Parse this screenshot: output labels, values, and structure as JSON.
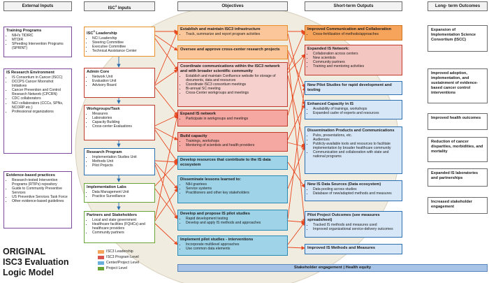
{
  "headers": {
    "external": "External Inputs",
    "isc3_inputs_pre": "ISC",
    "isc3_inputs_sup": "3",
    "isc3_inputs_post": " Inputs",
    "objectives": "Objectives",
    "short_term": "Short-term Outputs",
    "long_term": "Long- term Outcomes"
  },
  "external": {
    "training": {
      "title": "Training Programs",
      "items": [
        "NIH's TIDIRC",
        "MTDIR",
        "SPeeding Intervention Programs (SPRINT)"
      ]
    },
    "research_env": {
      "title": "IS Research Environment",
      "items": [
        "IS Consortium in Cancer (ISCC)",
        "DCCPS Cancer Moonshot Initiatives",
        "Cancer Prevention and Control Research Network (CPCRN)",
        "CDC collaborators",
        "NCI collaborators (CCCs, SPNs, NCORP etc.)",
        "Professional organizations"
      ]
    },
    "evidence": {
      "title": "Evidence-based practices",
      "items": [
        "Research-tested Intervention Programs (RTIPs) repository",
        "Guide to Community Preventive Services",
        "US Preventive Services Task Force",
        "Other evidence-based guidelines"
      ]
    }
  },
  "inputs": [
    {
      "title_pre": "ISC",
      "title_sup": "3",
      "title_post": " Leadership",
      "items": [
        "NCI Leadership",
        "Steering Committee",
        "Executive Committee",
        "Technical Assistance Center"
      ]
    },
    {
      "title": "Admin Core",
      "items": [
        "Network Unit",
        "Evaluation Unit",
        "Advisory Board"
      ]
    },
    {
      "title": "Workgroups/Task",
      "items": [
        "Measures",
        "Laboratories",
        "Capacity Building",
        "Cross-center Evaluations"
      ]
    },
    {
      "title": "Research Program",
      "items": [
        "Implementation Studies Unit",
        "Methods Unit",
        "Pilot Projects"
      ]
    },
    {
      "title": "Implementation Labs",
      "items": [
        "Data Management Unit",
        "Practice Surveillance"
      ]
    },
    {
      "title": "Partners and Stakeholders",
      "items": [
        "Local and state government",
        "Healthcare facilities (FQHCs) and healthcare providers",
        "Community partners"
      ]
    }
  ],
  "objectives": [
    {
      "title": "Establish and maintain ISC3 infrastructure",
      "items": [
        "Track, summarize and report program  activities"
      ]
    },
    {
      "title": "Oversee and approve cross-center research projects",
      "items": []
    },
    {
      "title": "Coordinate communications within the ISC3 network and with broader scientific community",
      "items": [
        "Establish and maintain Confluence website for storage of documents, data and resources",
        "Coordinate ISC3 consortium meetings",
        "Bi-annual SC meeting",
        "Cross-Center workgroups and meetings"
      ]
    },
    {
      "title": "Expand IS network",
      "items": [
        "Participate in workgroups and meetings"
      ]
    },
    {
      "title": "Build capacity",
      "items": [
        "Trainings, workshops",
        "Mentoring of scientists and health providers"
      ]
    },
    {
      "title": "Develop resources that contribute to the IS data ecosystem",
      "items": []
    },
    {
      "title": "Disseminate lessons learned to:",
      "items": [
        "NIH grantees",
        "Service systems",
        "Practitioners and other key stakeholders"
      ]
    },
    {
      "title": "Develop and propose IS pilot studies",
      "items": [
        "Rapid development testing",
        "Develop and apply IS methods and approaches"
      ]
    },
    {
      "title": "Implement pilot studies - interventions",
      "items": [
        "Incorporate multilevel approaches",
        "Use common data elements"
      ]
    }
  ],
  "outputs": [
    {
      "title": "Improved Communication and Collaboration",
      "items": [
        "Cross-fertilization of methods/approaches"
      ]
    },
    {
      "title": "Expanded IS Network:",
      "items": [
        "Collaboration across centers",
        "New scientists",
        "Community partners",
        "Training and mentoring activities"
      ]
    },
    {
      "title": "New Pilot Studies for rapid development and testing",
      "items": []
    },
    {
      "title": "Enhanced Capacity in IS",
      "items": [
        "Availability of trainings, workshops",
        "Expanded cadre of experts and resources"
      ]
    },
    {
      "title": "Dissemination Products and Communications",
      "items": [
        "Pubs, presentations, etc.",
        "Audiences",
        "Publicly-available tools and resources to facilitate implementation by broader healthcare community",
        "Communication and collaboration with state and national programs"
      ]
    },
    {
      "title": "New IS Data Sources (Data ecosystem)",
      "items": [
        "Data pooling across studies",
        "Database of new/adapted methods and measures"
      ]
    },
    {
      "title": "Pilot Project Outcomes (see measures spreadsheet)",
      "items": [
        "Tracked IS methods and measures used",
        "Improved organizational service-delivery outcomes"
      ]
    },
    {
      "title": "Improved IS Methods and Measures",
      "items": []
    }
  ],
  "outcomes": [
    "Expansion of Implementation Science Consortium (ISCC)",
    "Improved adoption, implementation, and sustainment of evidence-based cancer control interventions",
    "Improved health outcomes",
    "Reduction of cancer disparities, morbidities, and mortality",
    "Expanded IS laboratories and partnerships",
    "Increased stakeholder engagement"
  ],
  "legend": [
    {
      "label": "ISC3 Leadership",
      "color": "#f6a35b"
    },
    {
      "label": "ISC3 Program Level",
      "color": "#d9534f"
    },
    {
      "label": "Center/Project Level",
      "color": "#6aaedc"
    },
    {
      "label": "Project Level",
      "color": "#6aa336"
    }
  ],
  "stakeholder_bar": "Stakeholder engagement | Health equity",
  "logic_title": [
    "ORIGINAL",
    "ISC3 Evaluation",
    "Logic Model"
  ],
  "colors": {
    "leadership": "#f6a35b",
    "program": "#d9534f",
    "center": "#6aaedc",
    "project": "#6aa336",
    "purple": "#7b4ba0",
    "arrow": "#e8481f"
  }
}
